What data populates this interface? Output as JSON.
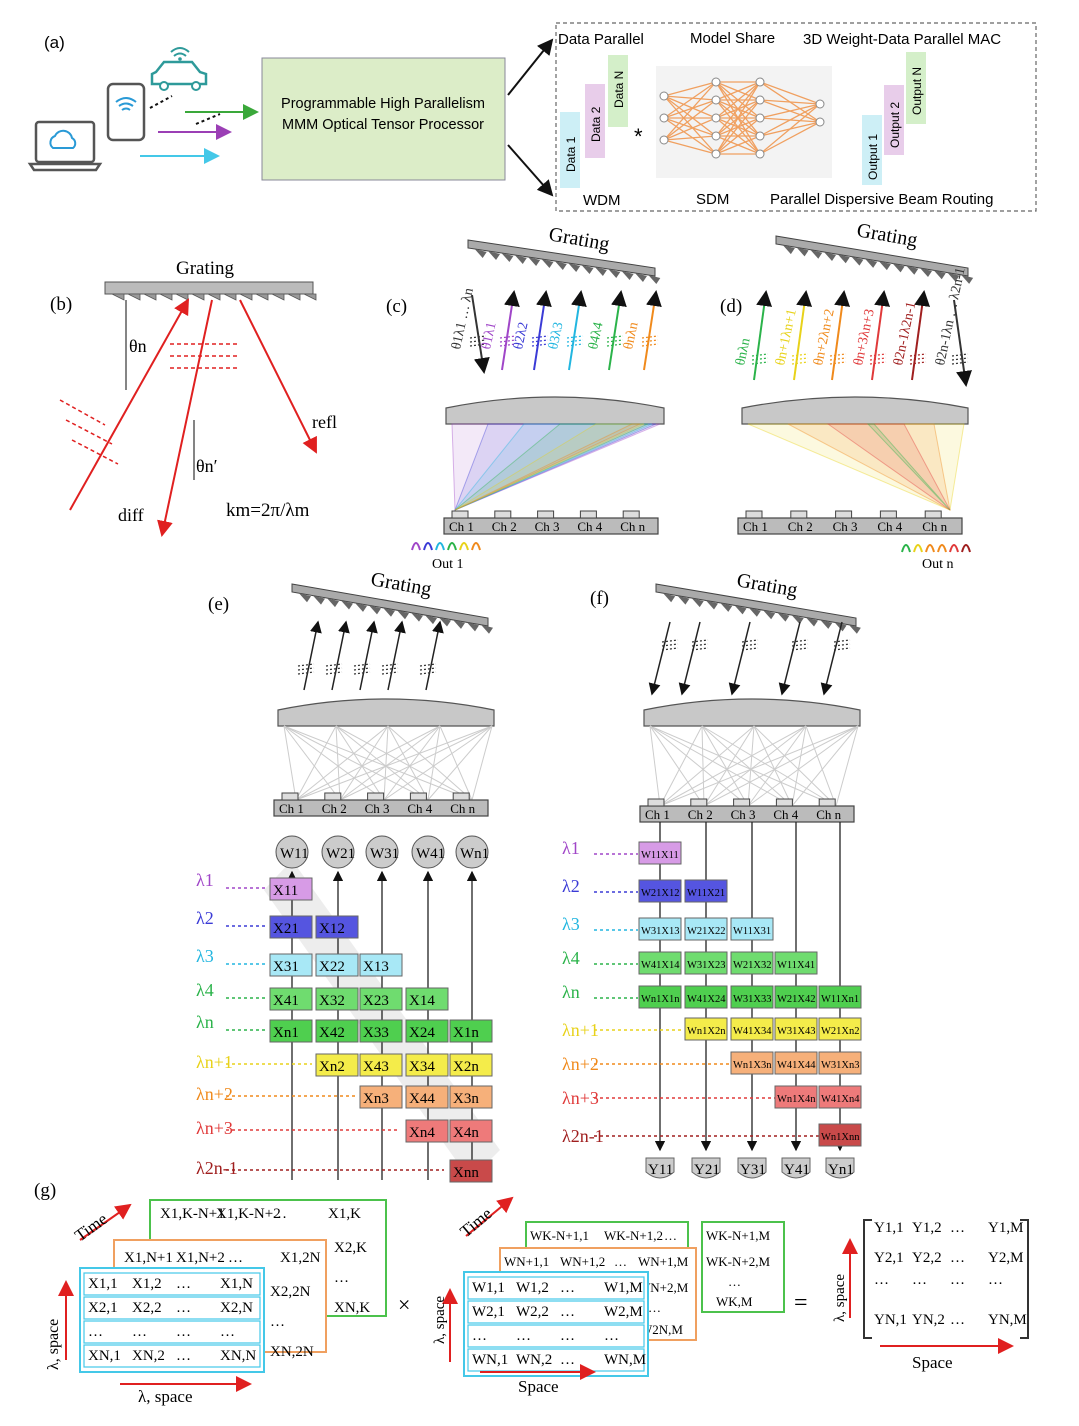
{
  "panel_labels": {
    "a": "(a)",
    "b": "(b)",
    "c": "(c)",
    "d": "(d)",
    "e": "(e)",
    "f": "(f)",
    "g": "(g)"
  },
  "a": {
    "processor_line1": "Programmable High Parallelism",
    "processor_line2": "MMM Optical Tensor Processor",
    "data_parallel": "Data Parallel",
    "model_share": "Model Share",
    "weight_data": "3D Weight-Data Parallel MAC",
    "wdm": "WDM",
    "sdm": "SDM",
    "routing": "Parallel Dispersive Beam Routing",
    "data_labels": [
      "Data 1",
      "Data 2",
      "Data N"
    ],
    "output_labels": [
      "Output 1",
      "Output 2",
      "Output N"
    ],
    "multiply": "*"
  },
  "b": {
    "grating": "Grating",
    "theta_n": "θn",
    "theta_n_prime": "θn′",
    "refl": "refl",
    "diff": "diff",
    "k_formula": "km=2π/λm"
  },
  "grating": "Grating",
  "channels": [
    "Ch 1",
    "Ch 2",
    "Ch 3",
    "Ch 4",
    "Ch n"
  ],
  "c": {
    "out": "Out 1",
    "beams": [
      "θ1λ1 … λn",
      "θ1λ1",
      "θ2λ2",
      "θ3λ3",
      "θ4λ4",
      "θnλn"
    ]
  },
  "d": {
    "out": "Out n",
    "beams": [
      "θnλn",
      "θn+1λn+1",
      "θn+2λn+2",
      "θn+3λn+3",
      "θ2n-1λ2n-1",
      "θ2n-1λn … λ2n-1"
    ]
  },
  "e": {
    "weights": [
      "W11",
      "W21",
      "W31",
      "W41",
      "Wn1"
    ],
    "lambdas": [
      "λ1",
      "λ2",
      "λ3",
      "λ4",
      "λn",
      "λn+1",
      "λn+2",
      "λn+3",
      "λ2n-1"
    ],
    "rows": [
      [
        "X11"
      ],
      [
        "X21",
        "X12"
      ],
      [
        "X31",
        "X22",
        "X13"
      ],
      [
        "X41",
        "X32",
        "X23",
        "X14"
      ],
      [
        "Xn1",
        "X42",
        "X33",
        "X24",
        "X1n"
      ],
      [
        "Xn2",
        "X43",
        "X34",
        "X2n"
      ],
      [
        "Xn3",
        "X44",
        "X3n"
      ],
      [
        "Xn4",
        "X4n"
      ],
      [
        "Xnn"
      ]
    ]
  },
  "f": {
    "lambdas": [
      "λ1",
      "λ2",
      "λ3",
      "λ4",
      "λn",
      "λn+1",
      "λn+2",
      "λn+3",
      "λ2n-1"
    ],
    "rows": [
      [
        "W11X11"
      ],
      [
        "W21X12",
        "W11X21"
      ],
      [
        "W31X13",
        "W21X22",
        "W11X31"
      ],
      [
        "W41X14",
        "W31X23",
        "W21X32",
        "W11X41"
      ],
      [
        "Wn1X1n",
        "W41X24",
        "W31X33",
        "W21X42",
        "W11Xn1"
      ],
      [
        "Wn1X2n",
        "W41X34",
        "W31X43",
        "W21Xn2"
      ],
      [
        "Wn1X3n",
        "W41X44",
        "W31Xn3"
      ],
      [
        "Wn1X4n",
        "W41Xn4"
      ],
      [
        "Wn1Xnn"
      ]
    ],
    "outputs": [
      "Y11",
      "Y21",
      "Y31",
      "Y41",
      "Yn1"
    ]
  },
  "g": {
    "time": "Time",
    "lambda_space": "λ, space",
    "space": "Space",
    "times": "×",
    "equals": "=",
    "X_front": [
      "X1,1",
      "X1,2",
      "…",
      "X1,N",
      "X2,1",
      "X2,2",
      "…",
      "X2,N",
      "…",
      "…",
      "…",
      "…",
      "XN,1",
      "XN,2",
      "…",
      "XN,N"
    ],
    "X_mid_top": [
      "X1,N+1",
      "X1,N+2",
      "…",
      "X1,2N"
    ],
    "X_mid_side": [
      "X2,2N",
      "…",
      "XN,2N"
    ],
    "X_back_top": [
      "X1,K-N+1",
      "X1,K-N+2",
      "…",
      "X1,K"
    ],
    "X_back_side": [
      "X2,K",
      "…",
      "XN,K"
    ],
    "W_front": [
      "W1,1",
      "W1,2",
      "…",
      "W1,M",
      "W2,1",
      "W2,2",
      "…",
      "W2,M",
      "…",
      "…",
      "…",
      "…",
      "WN,1",
      "WN,2",
      "…",
      "WN,M"
    ],
    "W_mid": [
      "WN+1,1",
      "WN+1,2",
      "…",
      "WN+1,M",
      "WN+2,M",
      "…",
      "W2N,M"
    ],
    "W_back": [
      "WK-N+1,1",
      "WK-N+1,2",
      "…",
      "WK-N+1,M",
      "WK-N+2,M",
      "…",
      "WK,M"
    ],
    "Y": [
      "Y1,1",
      "Y1,2",
      "…",
      "Y1,M",
      "Y2,1",
      "Y2,2",
      "…",
      "Y2,M",
      "…",
      "…",
      "…",
      "…",
      "YN,1",
      "YN,2",
      "…",
      "YN,M"
    ]
  }
}
